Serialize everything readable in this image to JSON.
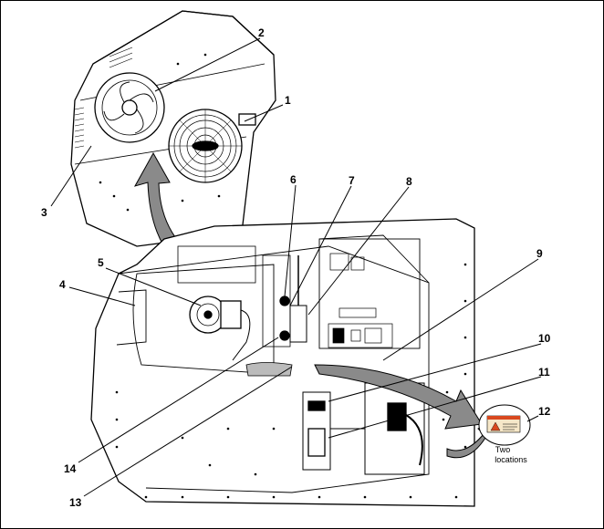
{
  "figure": {
    "callouts": [
      {
        "id": "1",
        "label": "1"
      },
      {
        "id": "2",
        "label": "2"
      },
      {
        "id": "3",
        "label": "3"
      },
      {
        "id": "4",
        "label": "4"
      },
      {
        "id": "5",
        "label": "5"
      },
      {
        "id": "6",
        "label": "6"
      },
      {
        "id": "7",
        "label": "7"
      },
      {
        "id": "8",
        "label": "8"
      },
      {
        "id": "9",
        "label": "9"
      },
      {
        "id": "10",
        "label": "10"
      },
      {
        "id": "11",
        "label": "11"
      },
      {
        "id": "12",
        "label": "12"
      },
      {
        "id": "13",
        "label": "13"
      },
      {
        "id": "14",
        "label": "14"
      }
    ],
    "note": {
      "line1": "Two",
      "line2": "locations"
    },
    "colors": {
      "line": "#000000",
      "label_fill": "#f6e7c8",
      "label_stripe": "#d9481e",
      "arrow_fill": "#8a8a8a"
    }
  }
}
